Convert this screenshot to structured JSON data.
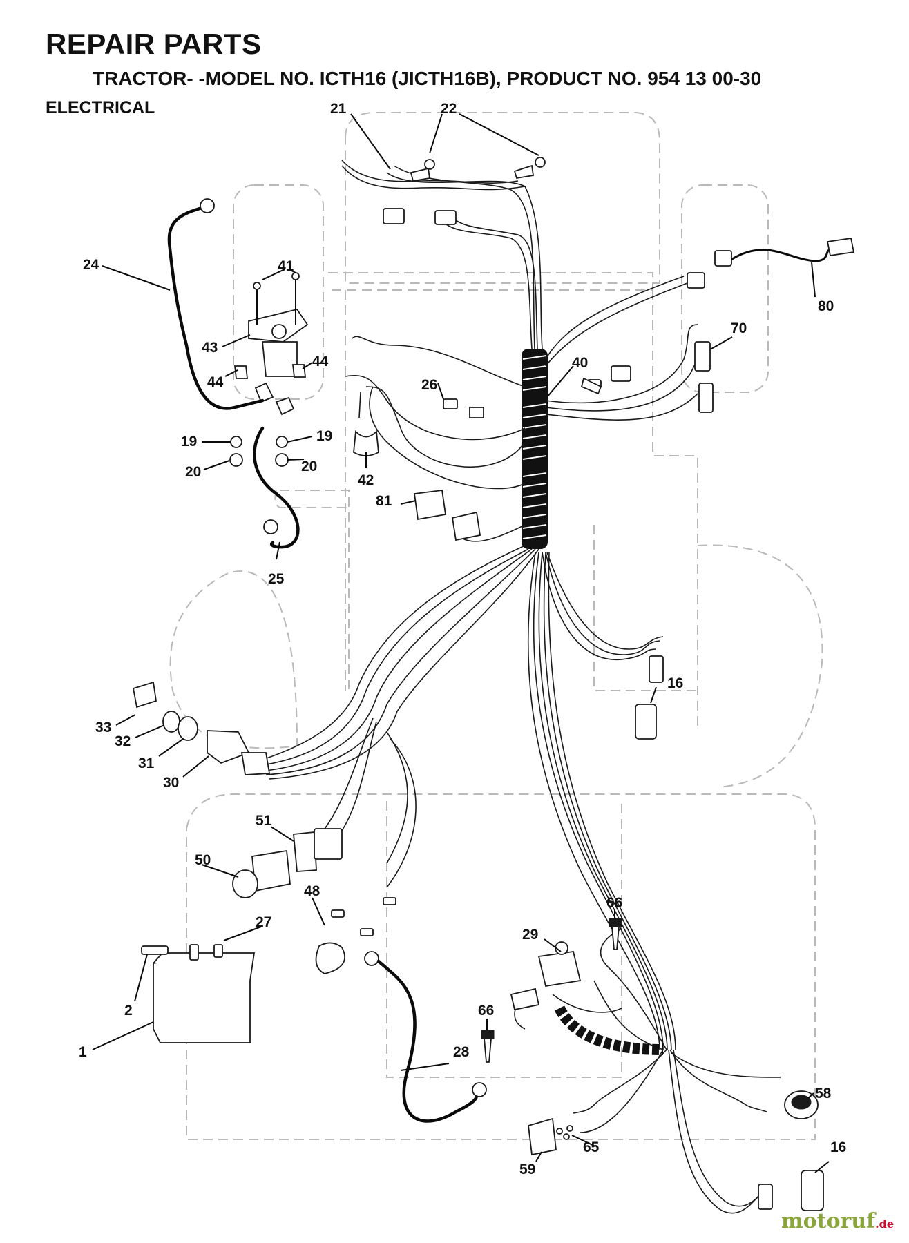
{
  "header": {
    "title": "REPAIR PARTS",
    "subtitle": "TRACTOR- -MODEL NO. ICTH16 (JICTH16B), PRODUCT NO. 954 13 00-30",
    "section": "ELECTRICAL"
  },
  "labels": {
    "p1": "1",
    "p2": "2",
    "p16a": "16",
    "p16b": "16",
    "p19a": "19",
    "p19b": "19",
    "p20a": "20",
    "p20b": "20",
    "p21": "21",
    "p22": "22",
    "p24": "24",
    "p25": "25",
    "p26": "26",
    "p27": "27",
    "p28": "28",
    "p29": "29",
    "p30": "30",
    "p31": "31",
    "p32": "32",
    "p33": "33",
    "p40": "40",
    "p41": "41",
    "p42": "42",
    "p43": "43",
    "p44a": "44",
    "p44b": "44",
    "p48": "48",
    "p50": "50",
    "p51": "51",
    "p58": "58",
    "p59": "59",
    "p65": "65",
    "p66a": "66",
    "p66b": "66",
    "p70": "70",
    "p80": "80",
    "p81": "81"
  },
  "watermark": {
    "brand": "motoruf",
    "tld": ".de"
  },
  "colors": {
    "ink": "#1a1a1a",
    "ghost_outline": "#b9b9b9",
    "watermark_green": "#8aa53a",
    "watermark_red": "#c8102e"
  }
}
